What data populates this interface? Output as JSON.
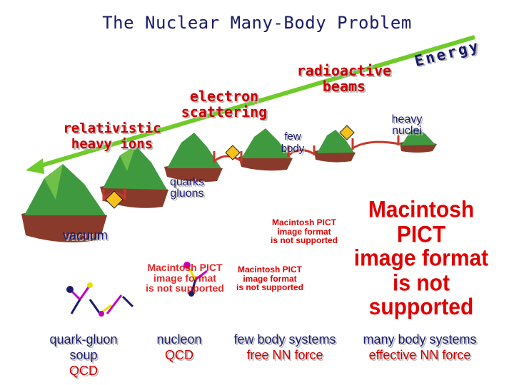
{
  "title": "The Nuclear Many-Body Problem",
  "labels": {
    "energy": "Energy",
    "radioactive_beams": [
      "radioactive",
      "beams"
    ],
    "electron_scattering": [
      "electron",
      "scattering"
    ],
    "relativistic_heavy_ions": [
      "relativistic",
      "heavy ions"
    ],
    "few_body": [
      "few",
      "body"
    ],
    "heavy_nuclei": [
      "heavy",
      "nuclei"
    ],
    "quarks_gluons": [
      "quarks",
      "gluons"
    ],
    "vacuum": "vacuum"
  },
  "pict_placeholder": {
    "large": [
      "Macintosh PICT",
      "image format",
      "is not supported"
    ],
    "small1": [
      "Macintosh PICT",
      "image format",
      "is not supported"
    ],
    "small2": [
      "Macintosh PICT",
      "image format",
      "is not supported"
    ],
    "small3": [
      "Macintosh PICT",
      "image format",
      "is not supported"
    ]
  },
  "captions": {
    "quark_gluon": [
      "quark-gluon",
      "soup",
      "QCD"
    ],
    "nucleon": [
      "nucleon",
      "QCD"
    ],
    "few_body_systems": [
      "few body systems",
      "free NN force"
    ],
    "many_body_systems": [
      "many body systems",
      "effective NN force"
    ]
  },
  "colors": {
    "energy_arrow": "#6fcb2a",
    "label_red": "#cc0000",
    "label_navy": "#1a1a6a",
    "mountain_green": "#3f9a3f",
    "base_brown": "#8a3a2a",
    "bridge_red": "#c43a2a",
    "pict_red": "#e00000"
  },
  "icons": [
    "bridge-icon",
    "warning-sign-icon",
    "quark-molecule-icon"
  ]
}
